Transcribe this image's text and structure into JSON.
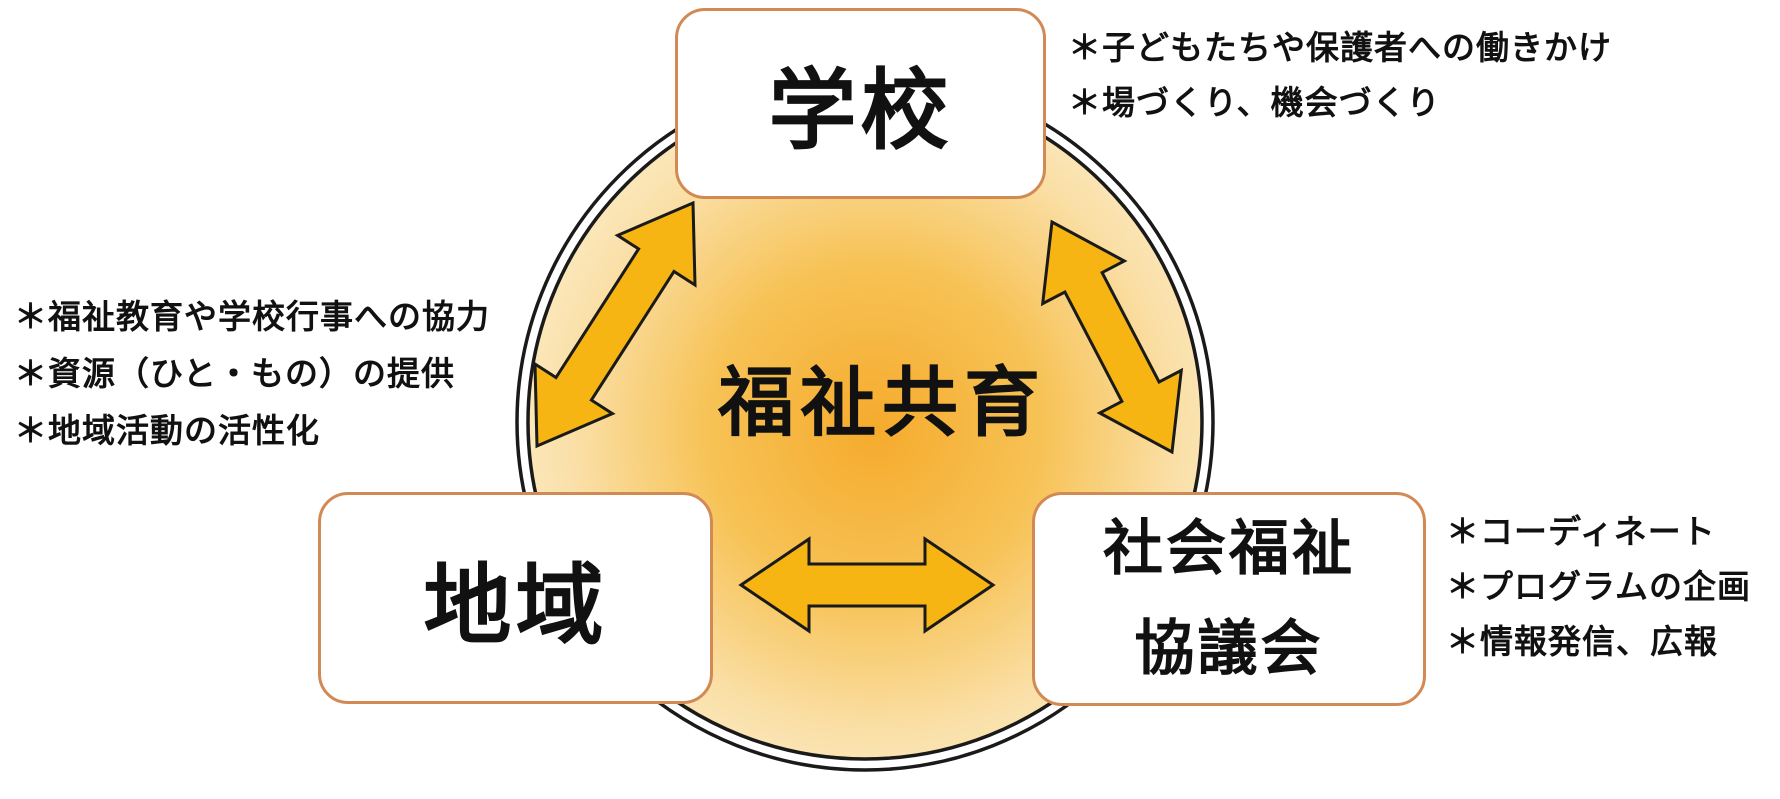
{
  "diagram": {
    "center_label": "福祉共育",
    "nodes": {
      "school": {
        "label": "学校"
      },
      "community": {
        "label": "地域"
      },
      "council": {
        "label": "社会福祉\n協議会"
      }
    },
    "annotations": {
      "school": [
        "＊子どもたちや保護者への働きかけ",
        "＊場づくり、機会づくり"
      ],
      "community": [
        "＊福祉教育や学校行事への協力",
        "＊資源（ひと・もの）の提供",
        "＊地域活動の活性化"
      ],
      "council": [
        "＊コーディネート",
        "＊プログラムの企画",
        "＊情報発信、広報"
      ]
    },
    "colors": {
      "arrow": "#F6B512",
      "box_border": "#D28A55",
      "outline": "#1A1A1A",
      "text": "#111111",
      "gradient_center": "#F5AB2D",
      "gradient_mid1": "#F7C255",
      "gradient_mid2": "#FADFA6",
      "gradient_edge": "#FCEECB"
    }
  }
}
